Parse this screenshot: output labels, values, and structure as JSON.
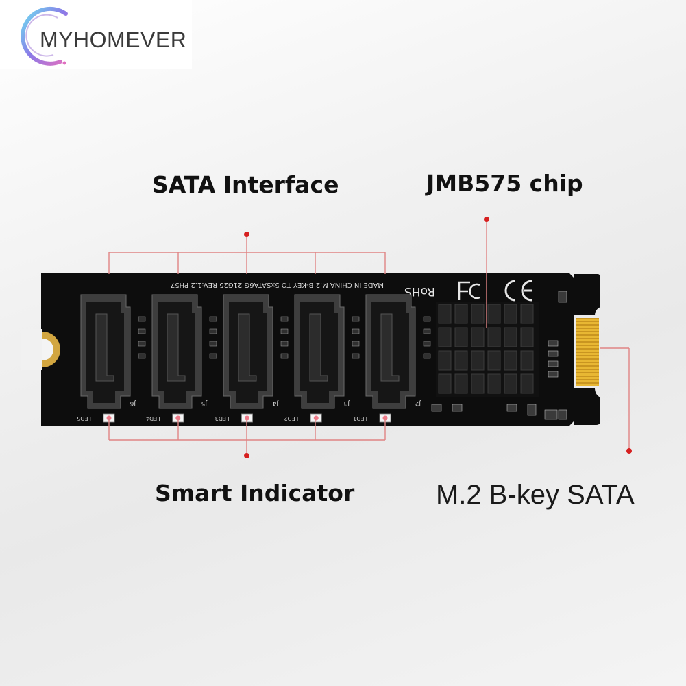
{
  "brand": {
    "name": "MYHOMEVER"
  },
  "callouts": {
    "sata_interface": "SATA Interface",
    "chip": "JMB575 chip",
    "smart_indicator": "Smart Indicator",
    "mkey": "M.2 B-key SATA"
  },
  "board": {
    "silkscreen_top": "MADE IN CHINA    M.2 B-KEY TO 5xSATA6G   21G25  REV:1.2  PH57",
    "rohs": "RoHS",
    "ce": "CE",
    "fc": "FC",
    "port_labels": [
      "J6",
      "J5",
      "J4",
      "J3",
      "J2"
    ],
    "led_labels": [
      "LED5",
      "LED4",
      "LED3",
      "LED2",
      "LED1"
    ],
    "port_count": 5
  },
  "colors": {
    "pcb": "#0c0c0c",
    "callout_line": "#e07070",
    "callout_dot": "#d62020",
    "gold": "#d9a520",
    "heatsink": "#1c1c1c"
  }
}
